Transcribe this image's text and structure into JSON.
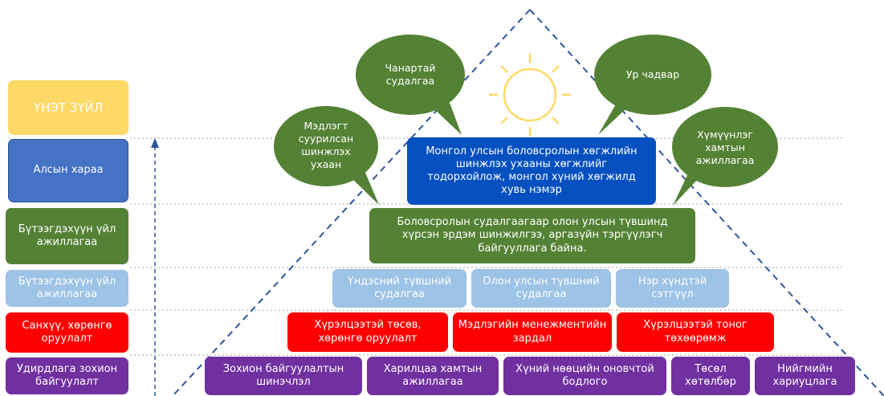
{
  "left_column": {
    "values": "ҮНЭТ ЗҮЙЛ",
    "vision": "Алсын хараа",
    "outcome": "Бүтээгдэхүүн үйл ажиллагаа",
    "output": "Бүтээгдэхүүн үйл ажиллагаа",
    "input": "Санхүү, хөрөнгө оруулалт",
    "management": "Удирдлага зохион байгуулалт"
  },
  "bubbles": {
    "quality": "Чанартай судалгаа",
    "competence": "Ур чадвар",
    "evidence": "Мэдлэгт суурилсан шинжлэх ухаан",
    "collaboration": "Хүмүүнлэг хамтын ажиллагаа"
  },
  "pyramid": {
    "vision": "Монгол улсын боловсролын хөгжлийн шинжлэх ухааны хөгжлийг тодорхойлож, монгол хүний хөгжилд хувь нэмэр",
    "mission": "Боловсролын судалгаагаар олон улсын түвшинд хүрсэн эрдэм шинжилгээ, аргазүйн тэргүүлэгч байгууллага байна.",
    "outputs": [
      "Үндэсний түвшний судалгаа",
      "Олон улсын түвшний судалгаа",
      "Нэр хүндтэй сэтгүүл"
    ],
    "inputs": [
      "Хүрэлцээтэй төсөв, хөрөнгө оруулалт",
      "Мэдлэгийн менежментийн зардал",
      "Хүрэлцээтэй тоног төхөөрөмж"
    ],
    "management": [
      "Зохион байгуулалтын шинэчлэл",
      "Харилцаа хамтын ажиллагаа",
      "Хүний нөөцийн оновчтой бодлого",
      "Төсөл хөтөлбөр",
      "Нийгмийн хариуцлага"
    ]
  },
  "colors": {
    "yellow": "#ffd966",
    "blue": "#4472c4",
    "green": "#548235",
    "lightblue": "#9dc3e6",
    "red": "#ff0000",
    "purple": "#7030a0",
    "darkblue": "#0550c0",
    "bubble_green": "#548235",
    "sun": "#ffd966",
    "dash": "#2f5597"
  }
}
